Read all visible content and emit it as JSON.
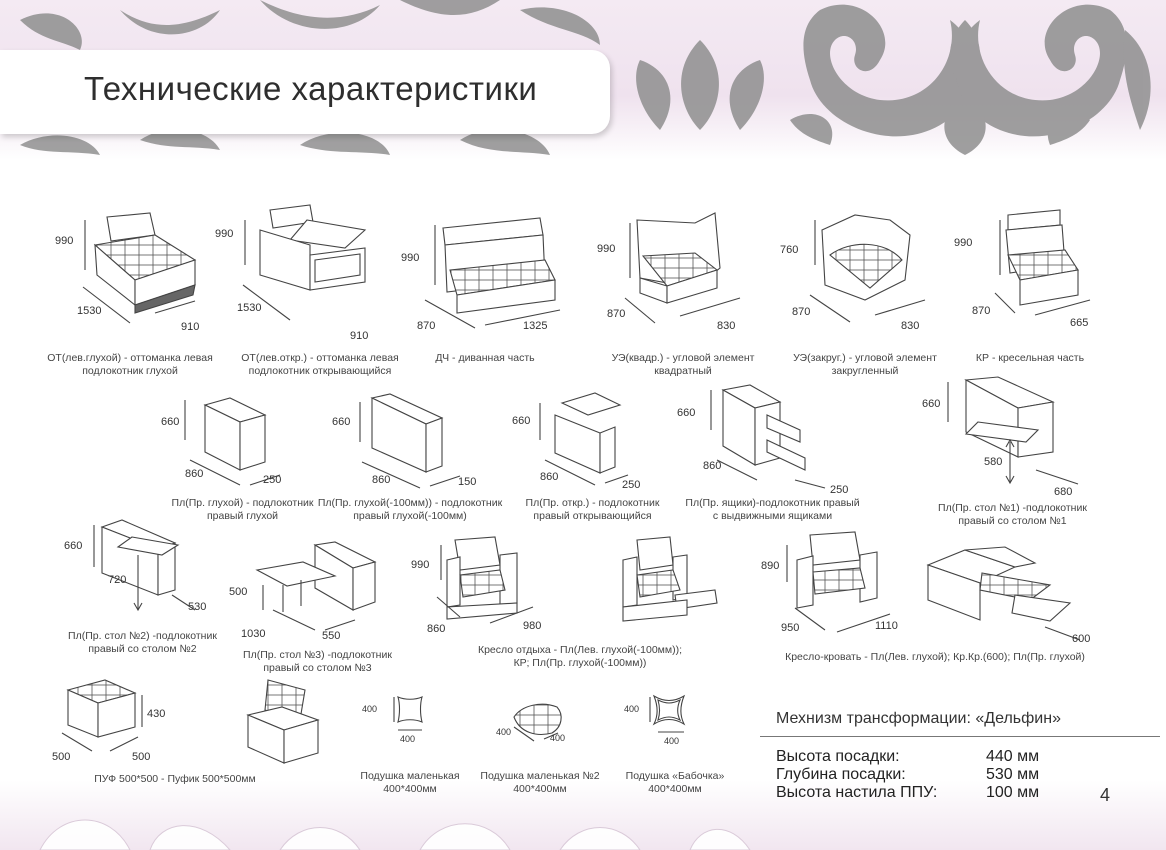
{
  "title": "Технические характеристики",
  "row1": [
    {
      "h": "990",
      "d": "1530",
      "w": "910",
      "cap1": "ОТ(лев.глухой) - оттоманка левая",
      "cap2": "подлокотник глухой"
    },
    {
      "h": "990",
      "d": "1530",
      "w": "910",
      "cap1": "ОТ(лев.откр.) - оттоманка левая",
      "cap2": "подлокотник открывающийся"
    },
    {
      "h": "990",
      "d": "870",
      "w": "1325",
      "cap1": "ДЧ - диванная часть",
      "cap2": ""
    },
    {
      "h": "990",
      "d": "870",
      "w": "830",
      "cap1": "УЭ(квадр.) - угловой элемент",
      "cap2": "квадратный"
    },
    {
      "h": "760",
      "d": "870",
      "w": "830",
      "cap1": "УЭ(закруг.) - угловой элемент",
      "cap2": "закругленный"
    },
    {
      "h": "990",
      "d": "870",
      "w": "665",
      "cap1": "КР - кресельная часть",
      "cap2": ""
    }
  ],
  "row2": [
    {
      "h": "660",
      "d": "860",
      "w": "250",
      "cap1": "Пл(Пр. глухой) - подлокотник",
      "cap2": "правый глухой"
    },
    {
      "h": "660",
      "d": "860",
      "w": "150",
      "cap1": "Пл(Пр. глухой(-100мм)) - подлокотник",
      "cap2": "правый глухой(-100мм)"
    },
    {
      "h": "660",
      "d": "860",
      "w": "250",
      "cap1": "Пл(Пр. откр.) - подлокотник",
      "cap2": "правый открывающийся"
    },
    {
      "h": "660",
      "d": "860",
      "w": "250",
      "cap1": "Пл(Пр. ящики)-подлокотник правый",
      "cap2": "с выдвижными ящиками"
    },
    {
      "h": "660",
      "t": "580",
      "w": "680",
      "cap1": "Пл(Пр. стол №1) -подлокотник",
      "cap2": "правый со столом №1"
    }
  ],
  "row3": [
    {
      "h": "660",
      "t": "720",
      "w": "530",
      "cap1": "Пл(Пр. стол №2) -подлокотник",
      "cap2": "правый со столом №2"
    },
    {
      "h": "500",
      "d": "1030",
      "w": "550",
      "cap1": "Пл(Пр. стол №3) -подлокотник",
      "cap2": "правый со столом №3"
    },
    {
      "h": "990",
      "d": "860",
      "w": "980",
      "cap1": "Кресло отдыха - Пл(Лев. глухой(-100мм));",
      "cap2": "КР; Пл(Пр. глухой(-100мм))"
    },
    {
      "h": "890",
      "d": "950",
      "w": "1110",
      "ext": "600",
      "cap1": "Кресло-кровать - Пл(Лев. глухой); Кр.Кр.(600); Пл(Пр. глухой)",
      "cap2": ""
    }
  ],
  "row4": [
    {
      "h": "430",
      "d": "500",
      "w": "500",
      "cap1": "ПУФ 500*500 - Пуфик 500*500мм",
      "cap2": ""
    },
    {
      "h": "400",
      "w": "400",
      "cap1": "Подушка маленькая",
      "cap2": "400*400мм"
    },
    {
      "h": "400",
      "w": "400",
      "cap1": "Подушка маленькая №2",
      "cap2": "400*400мм"
    },
    {
      "h": "400",
      "w": "400",
      "cap1": "Подушка «Бабочка»",
      "cap2": "400*400мм"
    }
  ],
  "info": {
    "title": "Мехнизм трансформации: «Дельфин»",
    "rows": [
      {
        "label": "Высота посадки:",
        "value": "440 мм"
      },
      {
        "label": "Глубина посадки:",
        "value": "530 мм"
      },
      {
        "label": "Высота настила ППУ:",
        "value": "100 мм"
      }
    ]
  },
  "page_number": "4",
  "colors": {
    "ornament": "#8c8c8c",
    "band": "#f1e6f0",
    "line": "#444444"
  }
}
